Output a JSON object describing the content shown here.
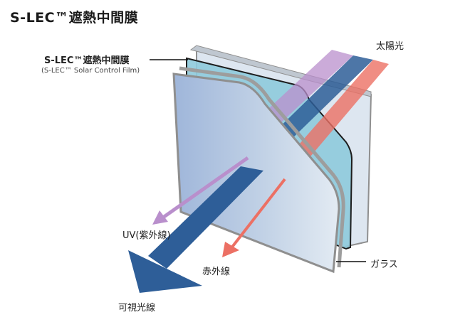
{
  "title": "S-LEC™遮熱中間膜",
  "film": {
    "name": "S-LEC™遮熱中間膜",
    "sub": "(S-LEC™ Solar Control Film)"
  },
  "labels": {
    "sunlight": "太陽光",
    "uv": "UV(紫外線)",
    "ir": "赤外線",
    "visible": "可視光線",
    "glass": "ガラス"
  },
  "colors": {
    "uv": "#b98fcc",
    "visible": "#2e5e98",
    "ir": "#ec7064",
    "glass_back": "#cfdbe9",
    "film": "#8ecadc",
    "glass_front": "#a9bfdd",
    "edge": "#8f8f8f"
  }
}
